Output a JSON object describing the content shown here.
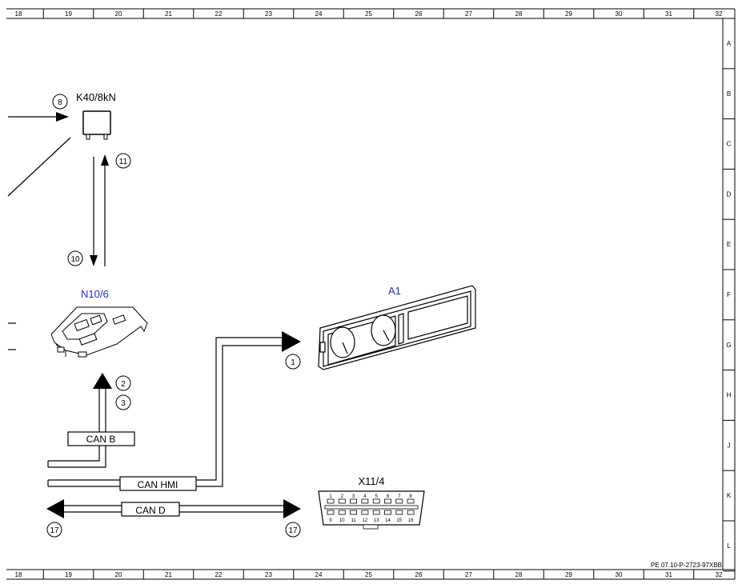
{
  "grid": {
    "columns": [
      "18",
      "19",
      "20",
      "21",
      "22",
      "23",
      "24",
      "25",
      "26",
      "27",
      "28",
      "29",
      "30",
      "31",
      "32"
    ],
    "rows": [
      "A",
      "B",
      "C",
      "D",
      "E",
      "F",
      "G",
      "H",
      "J",
      "K",
      "L"
    ]
  },
  "components": {
    "relay": {
      "label": "K40/8kN",
      "callouts": {
        "input": "8",
        "up": "11",
        "down": "10"
      }
    },
    "module": {
      "label": "N10/6",
      "callouts": {
        "a": "2",
        "b": "3"
      }
    },
    "cluster": {
      "label": "A1",
      "callout": "1"
    },
    "diag_connector": {
      "label": "X11/4",
      "pins_top": [
        "1",
        "2",
        "3",
        "4",
        "5",
        "6",
        "7",
        "8"
      ],
      "pins_bottom": [
        "9",
        "10",
        "11",
        "12",
        "13",
        "14",
        "15",
        "16"
      ]
    }
  },
  "buses": {
    "can_b": "CAN B",
    "can_hmi": "CAN HMI",
    "can_d": "CAN D",
    "can_d_callouts": {
      "left": "17",
      "right": "17"
    }
  },
  "reference": "PE 07.10-P-2723-97XBB",
  "colors": {
    "line": "#000000",
    "accent_blue": "#1b2fd6"
  }
}
